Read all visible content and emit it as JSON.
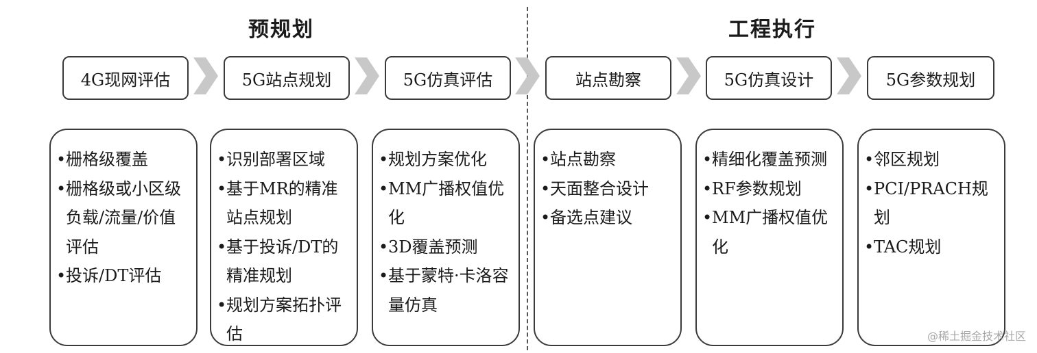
{
  "phases": {
    "left": "预规划",
    "right": "工程执行"
  },
  "steps": [
    "4G现网评估",
    "5G站点规划",
    "5G仿真评估",
    "站点勘察",
    "5G仿真设计",
    "5G参数规划"
  ],
  "details": [
    [
      "栅格级覆盖",
      "栅格级或小区级负载/流量/价值评估",
      "投诉/DT评估"
    ],
    [
      "识别部署区域",
      "基于MR的精准站点规划",
      "基于投诉/DT的精准规划",
      "规划方案拓扑评估"
    ],
    [
      "规划方案优化",
      "MM广播权值优化",
      "3D覆盖预测",
      "基于蒙特·卡洛容量仿真"
    ],
    [
      "站点勘察",
      "天面整合设计",
      "备选点建议"
    ],
    [
      "精细化覆盖预测",
      "RF参数规划",
      "MM广播权值优化"
    ],
    [
      "邻区规划",
      "PCI/PRACH规划",
      "TAC规划"
    ]
  ],
  "watermark": "@稀土掘金技术社区",
  "colors": {
    "arrow": "#c8c8c8",
    "border": "#3a3a3a",
    "divider": "#555555"
  }
}
